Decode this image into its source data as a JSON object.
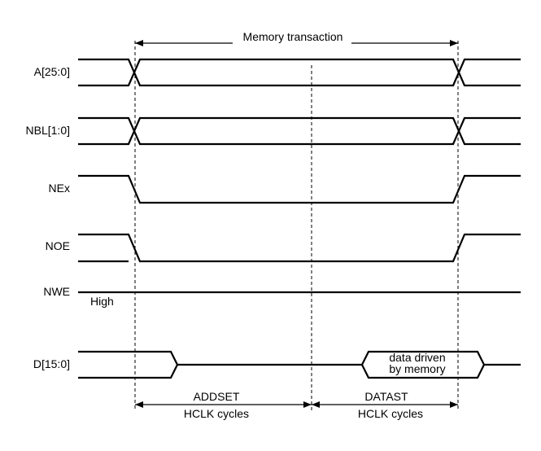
{
  "title": "Memory transaction",
  "signals": [
    {
      "label": "A[25:0]"
    },
    {
      "label": "NBL[1:0]"
    },
    {
      "label": "NEx"
    },
    {
      "label": "NOE"
    },
    {
      "label": "NWE",
      "note": "High"
    },
    {
      "label": "D[15:0]",
      "data_label_1": "data driven",
      "data_label_2": "by memory"
    }
  ],
  "phases": [
    {
      "name": "ADDSET",
      "unit": "HCLK cycles"
    },
    {
      "name": "DATAST",
      "unit": "HCLK cycles"
    }
  ]
}
